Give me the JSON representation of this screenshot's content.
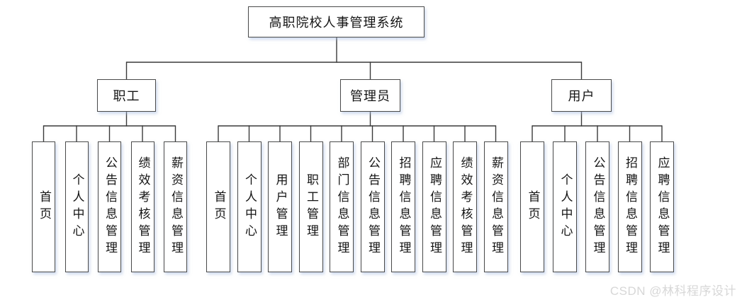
{
  "diagram": {
    "root": {
      "label": "高职院校人事管理系统"
    },
    "branches": [
      {
        "label": "职工",
        "children": [
          "首页",
          "个人中心",
          "公告信息管理",
          "绩效考核管理",
          "薪资信息管理"
        ]
      },
      {
        "label": "管理员",
        "children": [
          "首页",
          "个人中心",
          "用户管理",
          "职工管理",
          "部门信息管理",
          "公告信息管理",
          "招聘信息管理",
          "应聘信息管理",
          "绩效考核管理",
          "薪资信息管理"
        ]
      },
      {
        "label": "用户",
        "children": [
          "首页",
          "个人中心",
          "公告信息管理",
          "招聘信息管理",
          "应聘信息管理"
        ]
      }
    ]
  },
  "watermark": {
    "text": "CSDN @林科程序设计"
  },
  "colors": {
    "background": "#ffffff",
    "node_border": "#4a4a4a",
    "connector": "#3a3a3a",
    "text": "#141414",
    "node_shadow": "rgba(170,190,225,0.55)",
    "watermark": "#d7d7d7"
  }
}
